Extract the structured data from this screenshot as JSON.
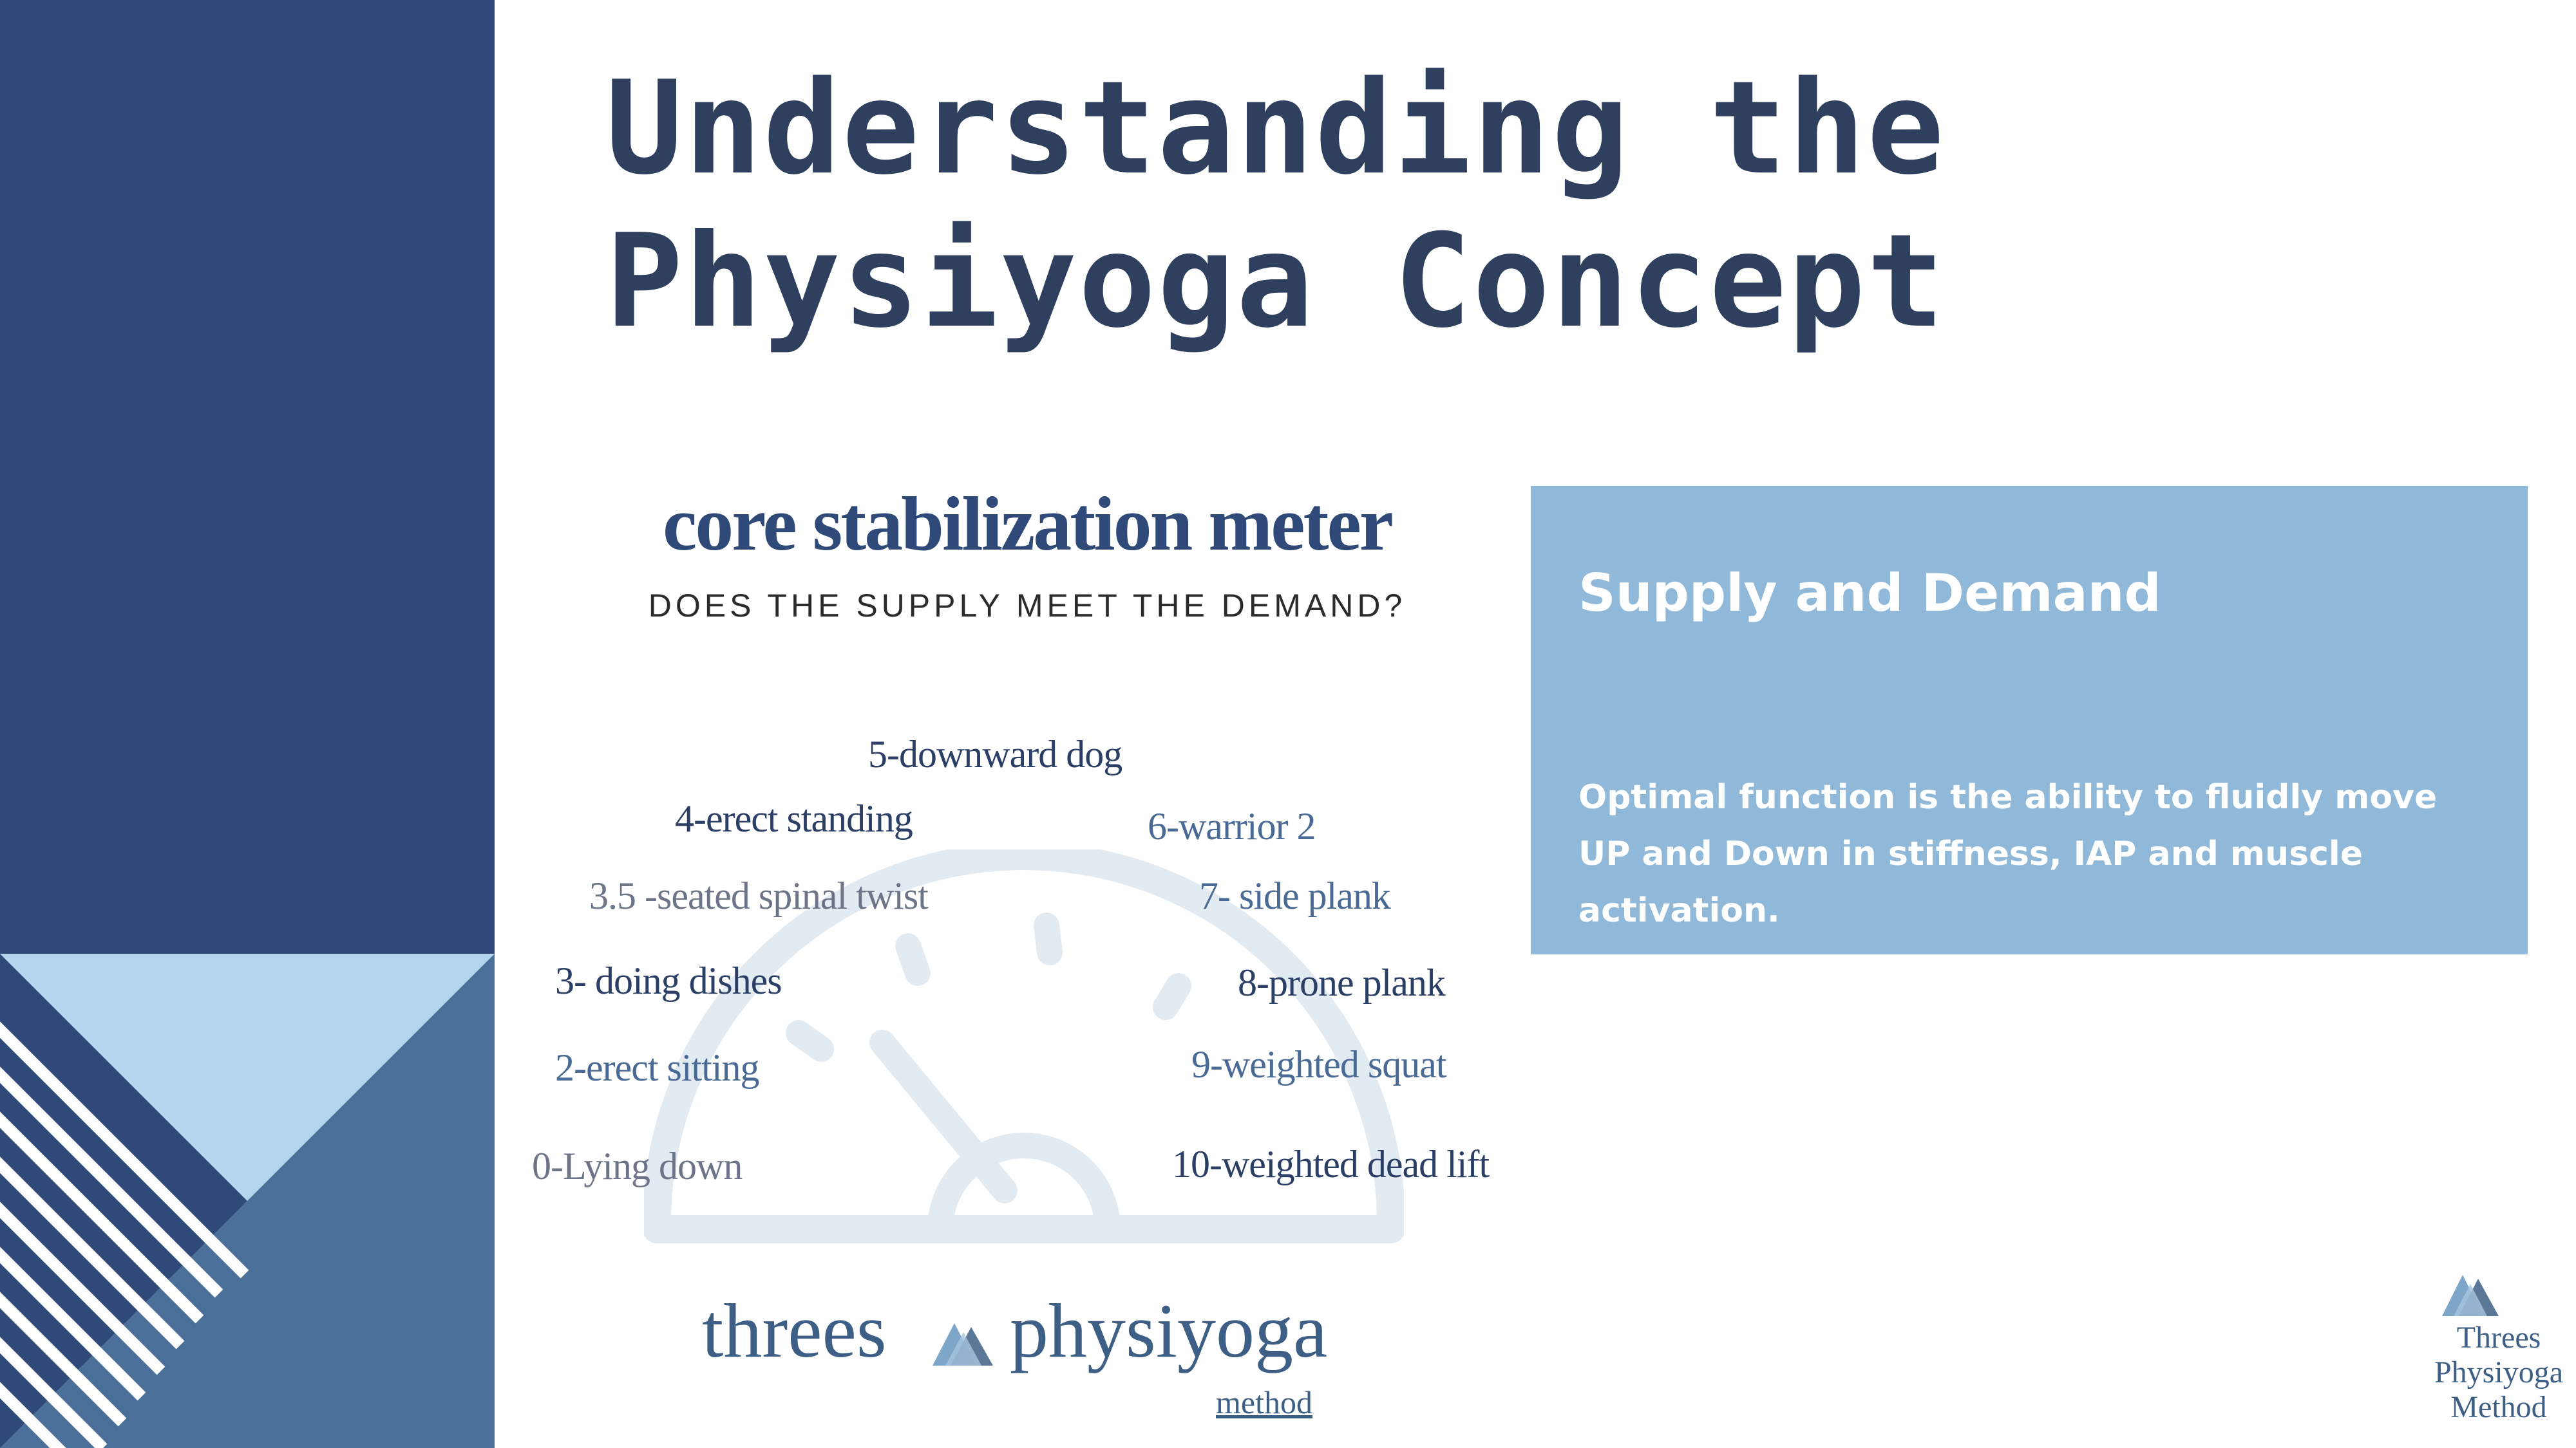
{
  "title": {
    "line1": "Understanding the",
    "line2": "Physiyoga Concept"
  },
  "meter": {
    "title": "core stabilization meter",
    "subtitle": "DOES THE SUPPLY MEET THE DEMAND?",
    "levels": [
      {
        "label": "5-downward  dog",
        "tone": "dark"
      },
      {
        "label": "4-erect standing",
        "tone": "dark"
      },
      {
        "label": "6-warrior 2",
        "tone": "mid"
      },
      {
        "label": "3.5 -seated spinal twist",
        "tone": "grey"
      },
      {
        "label": "7- side plank",
        "tone": "mid"
      },
      {
        "label": "3- doing dishes",
        "tone": "dark"
      },
      {
        "label": "8-prone plank",
        "tone": "dark"
      },
      {
        "label": "2-erect sitting",
        "tone": "mid"
      },
      {
        "label": "9-weighted squat",
        "tone": "mid"
      },
      {
        "label": "0-Lying down",
        "tone": "grey"
      },
      {
        "label": "10-weighted dead lift",
        "tone": "dark"
      }
    ]
  },
  "info": {
    "heading": "Supply and Demand",
    "body": "Optimal function is the ability to fluidly move UP and Down in stiffness, IAP and muscle activation."
  },
  "logo": {
    "word1": "threes",
    "word2": "physiyoga",
    "word3": "method"
  },
  "corner_logo": {
    "line1": "Threes",
    "line2": "Physiyoga",
    "line3": "Method"
  },
  "colors": {
    "navy": "#2f4a78",
    "steel_blue": "#4a6f99",
    "light_blue": "#b3d6ee",
    "info_box": "#8fb8d9",
    "title": "#2f3f5e",
    "gauge": "#e3ebf2"
  },
  "icons": [
    "gauge-icon",
    "mountain-logo-icon"
  ]
}
